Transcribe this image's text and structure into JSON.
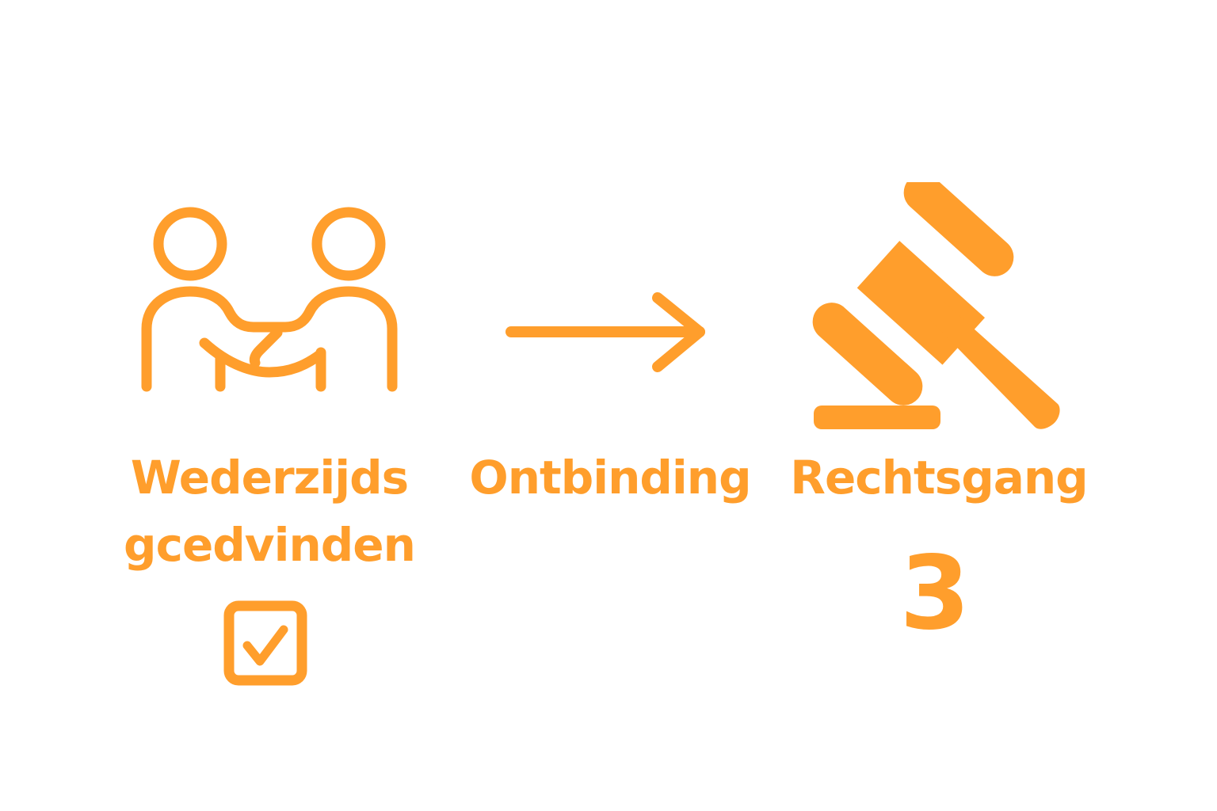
{
  "accent_color": "#FF9E2C",
  "steps": [
    {
      "icon": "handshake-icon",
      "label_line1": "Wederzijds",
      "label_line2": "gcedvinden",
      "status_icon": "checkbox-checked-icon"
    },
    {
      "icon": "arrow-right-icon",
      "label": "Ontbinding"
    },
    {
      "icon": "gavel-icon",
      "label": "Rechtsgang",
      "number": "3"
    }
  ]
}
